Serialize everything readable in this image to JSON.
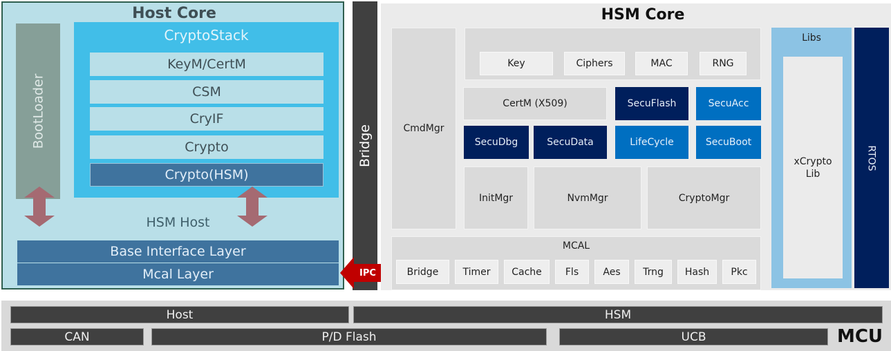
{
  "host_core": {
    "title": "Host Core",
    "bootloader": "BootLoader",
    "cryptostack": {
      "title": "CryptoStack",
      "layers": [
        "KeyM/CertM",
        "CSM",
        "CryIF",
        "Crypto",
        "Crypto(HSM)"
      ]
    },
    "hsm_host": "HSM Host",
    "base_interface_layer": "Base Interface Layer",
    "mcal_layer": "Mcal Layer"
  },
  "bridge": {
    "label": "Bridge"
  },
  "ipc": {
    "label": "IPC"
  },
  "hsm_core": {
    "title": "HSM Core",
    "cmdmgr": "CmdMgr",
    "crypto_services": [
      "Key",
      "Ciphers",
      "MAC",
      "RNG"
    ],
    "certm": "CertM (X509)",
    "secu_modules": {
      "secuflash": "SecuFlash",
      "secuacc": "SecuAcc",
      "secudbg": "SecuDbg",
      "secudata": "SecuData",
      "lifecycle": "LifeCycle",
      "secuboot": "SecuBoot"
    },
    "managers": [
      "InitMgr",
      "NvmMgr",
      "CryptoMgr"
    ],
    "mcal": {
      "title": "MCAL",
      "drivers": [
        "Bridge",
        "Timer",
        "Cache",
        "Fls",
        "Aes",
        "Trng",
        "Hash",
        "Pkc"
      ]
    },
    "libs": {
      "title": "Libs",
      "xcrypto": "xCrypto\nLib"
    },
    "rtos": "RTOS"
  },
  "mcu": {
    "label": "MCU",
    "row1": [
      "Host",
      "HSM"
    ],
    "row2": [
      "CAN",
      "P/D Flash",
      "UCB"
    ]
  },
  "colors": {
    "host_bg": "#b9dfe8",
    "cryptostack": "#41bee8",
    "host_dark_layer": "#3f739e",
    "arrow_rose": "#a56a72",
    "ipc_red": "#c00000",
    "navy": "#001f5c",
    "blue": "#006fc1",
    "libs": "#8cc3e4",
    "bar_dark": "#404040"
  }
}
